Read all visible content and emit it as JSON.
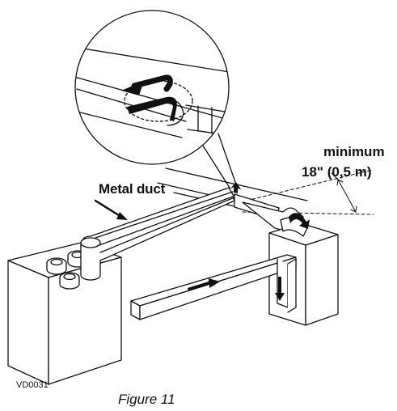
{
  "labels": {
    "metal_duct": "Metal duct",
    "minimum_line1": "minimum",
    "minimum_line2": "18\" (0,5 m)",
    "drawing_code": "VD0031",
    "figure_caption": "Figure 11"
  },
  "colors": {
    "line": "#111111",
    "fill": "#ffffff"
  }
}
